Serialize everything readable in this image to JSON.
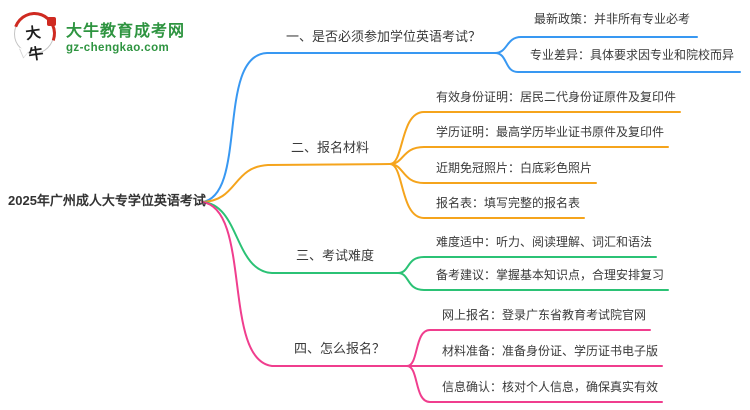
{
  "logo": {
    "icon_text": "大牛",
    "site_name": "大牛教育成考网",
    "site_url": "gz-chengkao.com"
  },
  "colors": {
    "blue": "#3898f2",
    "orange": "#f5a41c",
    "green": "#2bc275",
    "pink": "#f03e8e",
    "logo_green": "#2e9440",
    "seal_red": "#cf2a21",
    "text": "#3a3a3a"
  },
  "root": {
    "label": "2025年广州成人大专学位英语考试"
  },
  "branches": [
    {
      "label": "一、是否必须参加学位英语考试？",
      "color": "blue",
      "children": [
        "最新政策：并非所有专业必考",
        "专业差异：具体要求因专业和院校而异"
      ]
    },
    {
      "label": "二、报名材料",
      "color": "orange",
      "children": [
        "有效身份证明：居民二代身份证原件及复印件",
        "学历证明：最高学历毕业证书原件及复印件",
        "近期免冠照片：白底彩色照片",
        "报名表：填写完整的报名表"
      ]
    },
    {
      "label": "三、考试难度",
      "color": "green",
      "children": [
        "难度适中：听力、阅读理解、词汇和语法",
        "备考建议：掌握基本知识点，合理安排复习"
      ]
    },
    {
      "label": "四、怎么报名？",
      "color": "pink",
      "children": [
        "网上报名：登录广东省教育考试院官网",
        "材料准备：准备身份证、学历证书电子版",
        "信息确认：核对个人信息，确保真实有效"
      ]
    }
  ]
}
